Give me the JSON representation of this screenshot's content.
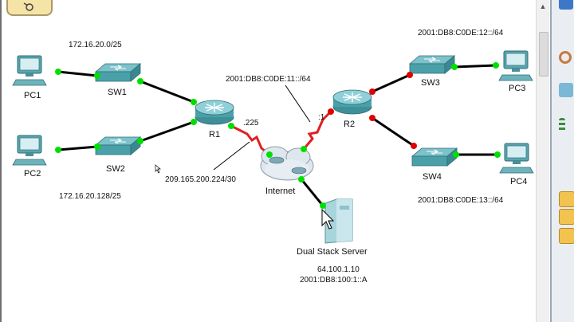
{
  "diagram": {
    "networks": {
      "lan1": "172.16.20.0/25",
      "lan2": "172.16.20.128/25",
      "wan_v6": "2001:DB8:C0DE:11::/64",
      "wan_v4": "209.165.200.224/30",
      "lan3": "2001:DB8:C0DE:12::/64",
      "lan4": "2001:DB8:C0DE:13::/64"
    },
    "interface_labels": {
      "r1_wan": ".225",
      "r2_wan": ":1"
    },
    "devices": {
      "pc1": "PC1",
      "pc2": "PC2",
      "pc3": "PC3",
      "pc4": "PC4",
      "sw1": "SW1",
      "sw2": "SW2",
      "sw3": "SW3",
      "sw4": "SW4",
      "r1": "R1",
      "r2": "R2",
      "internet": "Internet",
      "server": "Dual Stack Server"
    },
    "server_addresses": {
      "ipv4": "64.100.1.10",
      "ipv6": "2001:DB8:100:1::A"
    },
    "colors": {
      "link_up": "#00e000",
      "link_down": "#e00000",
      "serial_link": "#e02020",
      "ethernet_link": "#000000",
      "device_teal": "#4aa0a8"
    }
  }
}
